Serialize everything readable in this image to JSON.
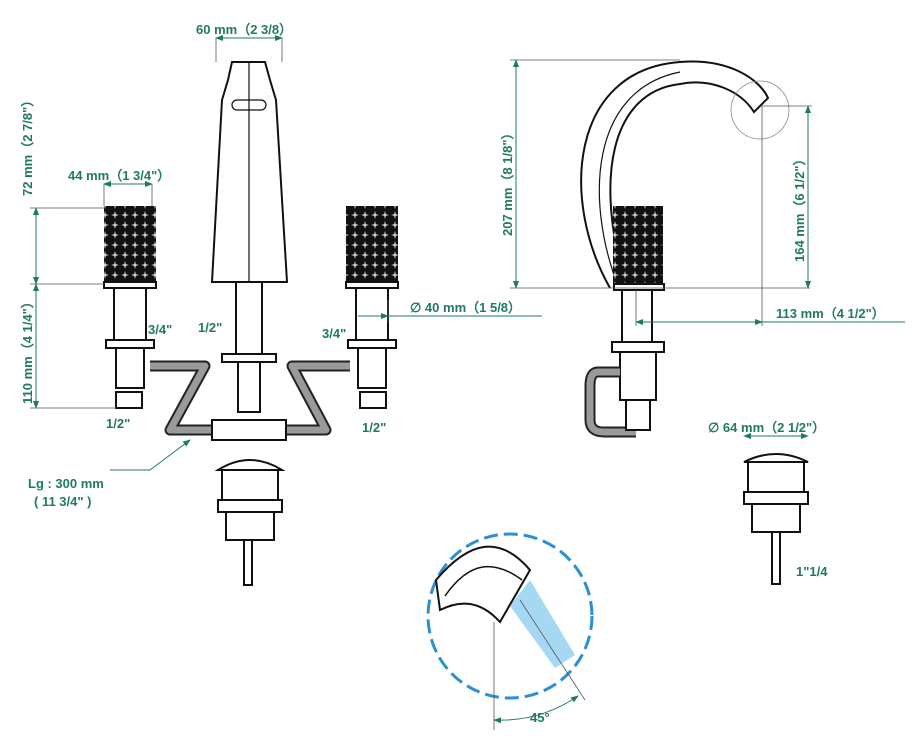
{
  "dimensions": {
    "spout_width": "60 mm（2 3/8）",
    "handle_height": "72 mm（2 7/8\"）",
    "handle_width": "44 mm（1 3/4\"）",
    "stem_height": "110 mm（4 1/4\"）",
    "left_thread_top": "3/4\"",
    "left_thread_bottom": "1/2\"",
    "center_thread": "1/2\"",
    "right_thread_top": "3/4\"",
    "right_thread_bottom": "1/2\"",
    "base_diameter": "∅ 40 mm（1 5/8）",
    "hose_length": "Lg : 300 mm",
    "hose_length_in": "( 11 3/4\" )",
    "total_height": "207 mm（8 1/8\"）",
    "spout_height": "164 mm（6 1/2\"）",
    "spout_reach": "113 mm（4 1/2\"）",
    "drain_diameter": "∅ 64 mm（2 1/2\"）",
    "drain_thread": "1\"1/4",
    "flow_angle": "45°"
  }
}
